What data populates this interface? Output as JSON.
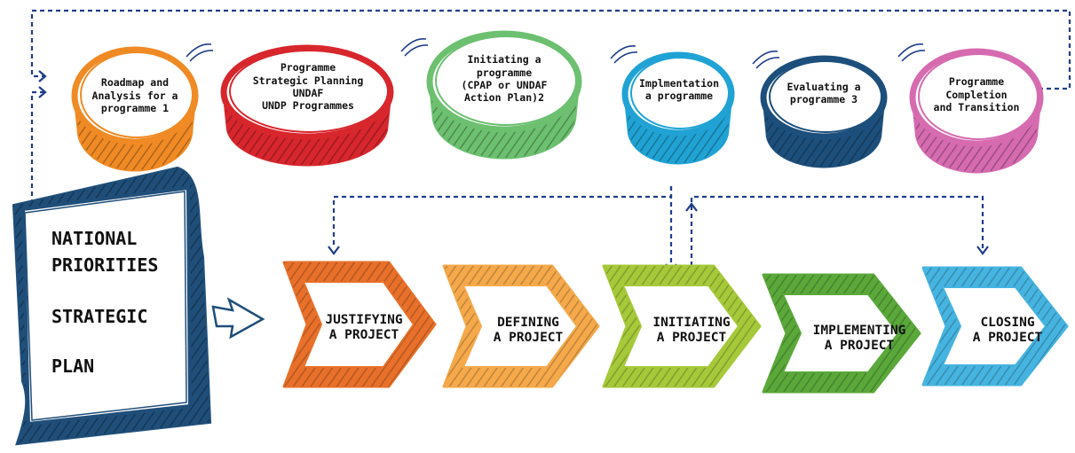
{
  "programme_cycle": {
    "phases": [
      {
        "label": "Roadmap and\nAnalysis for a\nprogramme 1",
        "color": "#f08a24"
      },
      {
        "label": "Programme\nStrategic Planning\nUNDAF\nUNDP Programmes",
        "color": "#d8262d"
      },
      {
        "label": "Initiating a\nprogramme\n(CPAP or UNDAF\nAction Plan)2",
        "color": "#6cc070"
      },
      {
        "label": "Implmentation\na programme",
        "color": "#20a3d4"
      },
      {
        "label": "Evaluating a\nprogramme 3",
        "color": "#1d4f7c"
      },
      {
        "label": "Programme\nCompletion\nand Transition",
        "color": "#d66bb0"
      }
    ]
  },
  "national_priorities": {
    "line1": "NATIONAL",
    "line2": "PRIORITIES",
    "line3": "STRATEGIC",
    "line4": "PLAN",
    "color": "#1f4e79"
  },
  "project_cycle": {
    "steps": [
      {
        "label": "JUSTIFYING\nA PROJECT",
        "color": "#e8702a"
      },
      {
        "label": "DEFINING\nA PROJECT",
        "color": "#f5a94b"
      },
      {
        "label": "INITIATING\nA PROJECT",
        "color": "#a6c93a"
      },
      {
        "label": "IMPLEMENTING\nA PROJECT",
        "color": "#5aa83a"
      },
      {
        "label": "CLOSING\nA PROJECT",
        "color": "#46b4e0"
      }
    ]
  },
  "connector_color": "#1f3d8a"
}
